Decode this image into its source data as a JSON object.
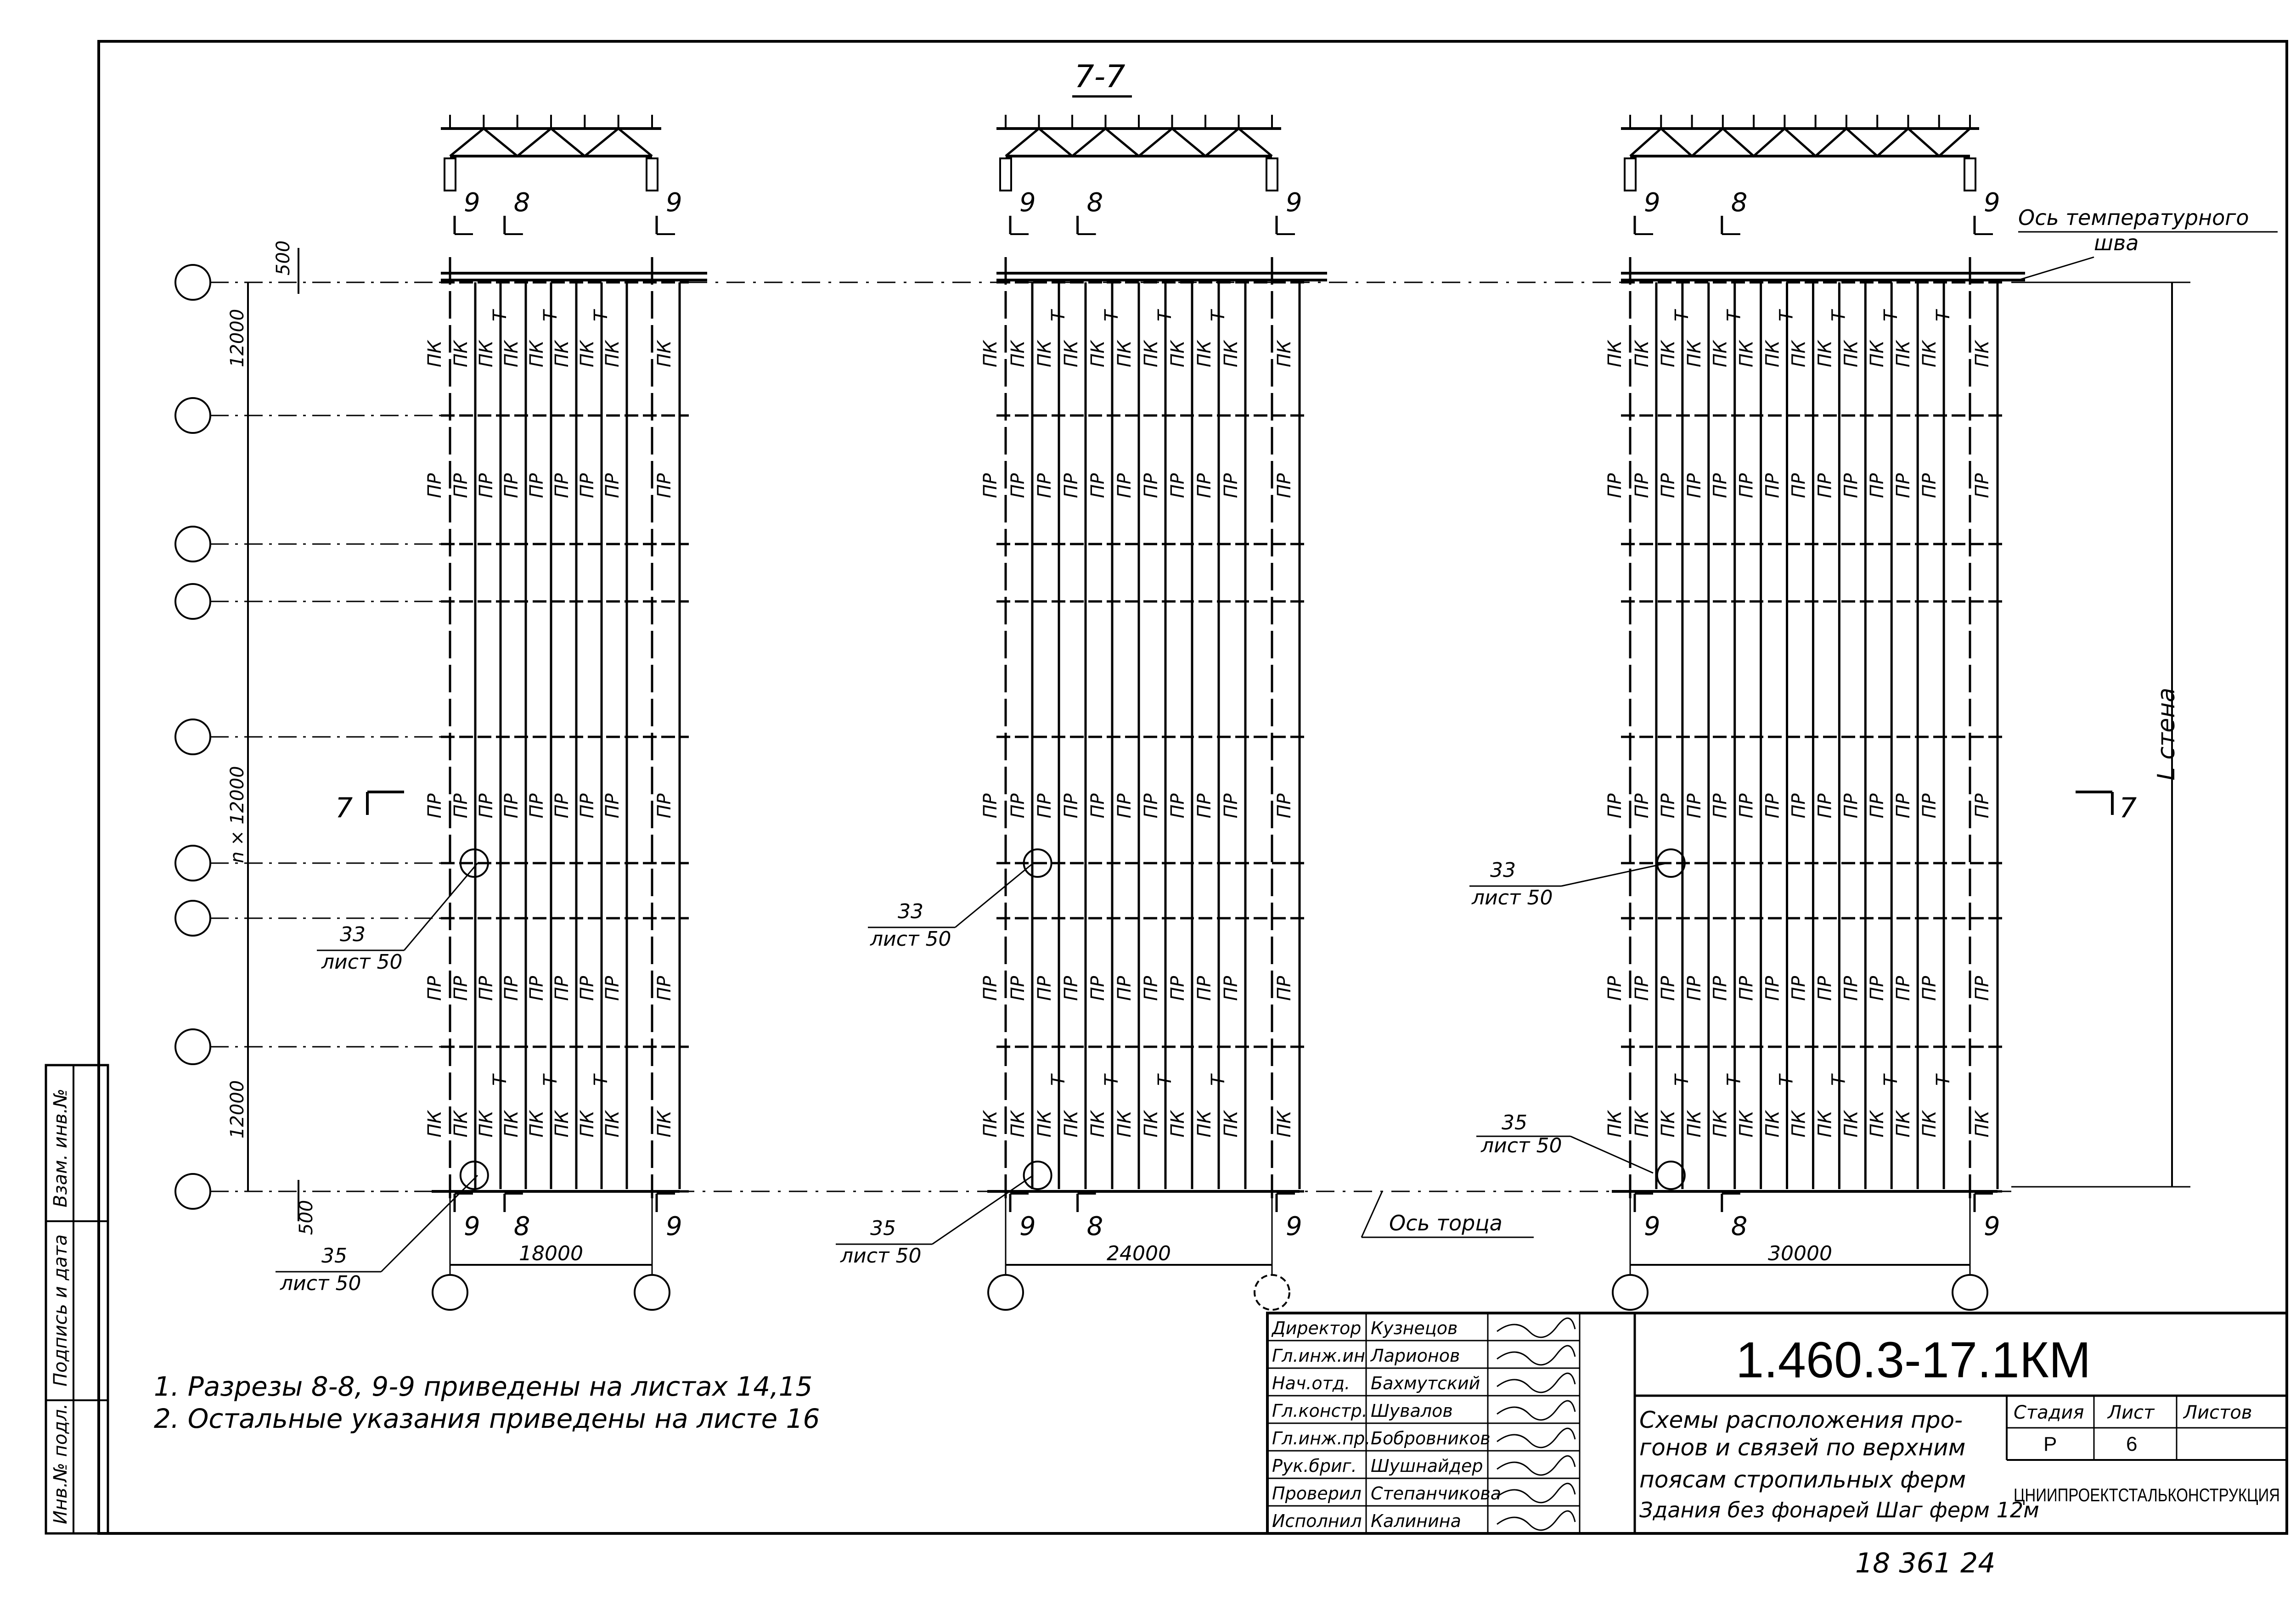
{
  "section_title": "7-7",
  "dims": {
    "top_offset": "500",
    "bottom_offset": "500",
    "first_bay": "12000",
    "middle_bays": "n × 12000",
    "last_bay": "12000",
    "spans": [
      "18000",
      "24000",
      "30000"
    ],
    "wall_length": "L стена"
  },
  "member_labels": {
    "pk": "ПК",
    "pr": "ПР",
    "t": "Т"
  },
  "section_marks": {
    "s7": "7",
    "s8": "8",
    "s9": "9"
  },
  "callouts": {
    "c33": "33",
    "c35": "35",
    "sheet50": "лист 50"
  },
  "axis_notes": {
    "temp_joint": "Ось температурного",
    "temp_joint_2": "шва",
    "end_axis": "Ось торца"
  },
  "notes": [
    "1. Разрезы 8-8, 9-9 приведены на листах 14,15",
    "2. Остальные указания приведены на листе 16"
  ],
  "title_block": {
    "code": "1.460.3-17.1КМ",
    "description": [
      "Схемы расположения про-",
      "гонов и связей по верхним",
      "поясам стропильных ферм",
      "Здания без фонарей Шаг ферм 12м"
    ],
    "stage_label": "Стадия",
    "sheet_label": "Лист",
    "sheets_label": "Листов",
    "stage": "Р",
    "sheet": "6",
    "organization": "ЦНИИПРОЕКТСТАЛЬКОНСТРУКЦИЯ",
    "staff": [
      {
        "role": "Директор",
        "name": "Кузнецов"
      },
      {
        "role": "Гл.инж.ин",
        "name": "Ларионов"
      },
      {
        "role": "Нач.отд.",
        "name": "Бахмутский"
      },
      {
        "role": "Гл.констр.",
        "name": "Шувалов"
      },
      {
        "role": "Гл.инж.пр.",
        "name": "Бобровников"
      },
      {
        "role": "Рук.бриг.",
        "name": "Шушнайдер"
      },
      {
        "role": "Проверил",
        "name": "Степанчикова"
      },
      {
        "role": "Исполнил",
        "name": "Калинина"
      }
    ]
  },
  "side_stamp": [
    "Взам. инв.№",
    "Подпись и дата",
    "Инв.№ подл."
  ],
  "bottom_number": "18 361  24"
}
